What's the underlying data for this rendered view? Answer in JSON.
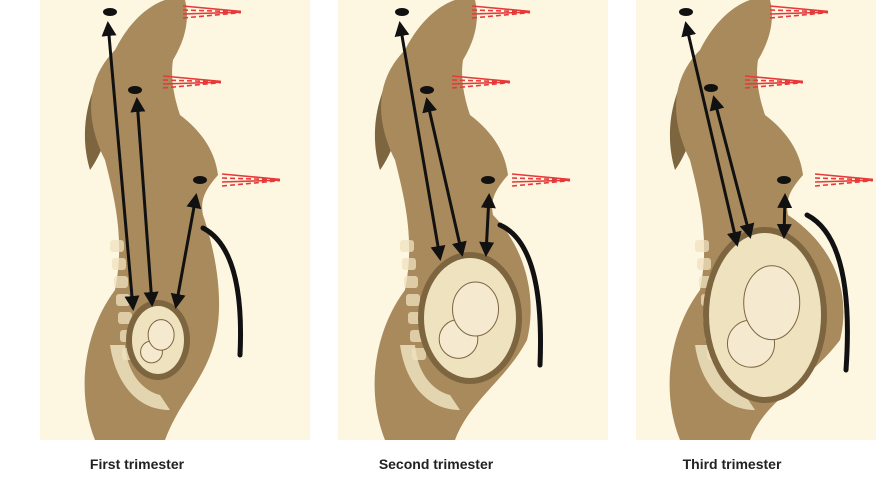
{
  "figure": {
    "panels": [
      {
        "id": "first",
        "caption": "First trimester",
        "stage": 1
      },
      {
        "id": "second",
        "caption": "Second trimester",
        "stage": 2
      },
      {
        "id": "third",
        "caption": "Third trimester",
        "stage": 3
      }
    ]
  },
  "colors": {
    "background": "#fdf7e2",
    "body_fill": "#a88a5c",
    "body_dark": "#7d6540",
    "uterus_fill": "#efe2bf",
    "fetus_fill": "#f5ead0",
    "arrow": "#111111",
    "sight_lines": "#e63a3a",
    "curve": "#111111"
  },
  "icons": {
    "head_marker": "head-sensor-icon",
    "neck_marker": "neck-sensor-icon",
    "chest_marker": "chest-sensor-icon"
  }
}
